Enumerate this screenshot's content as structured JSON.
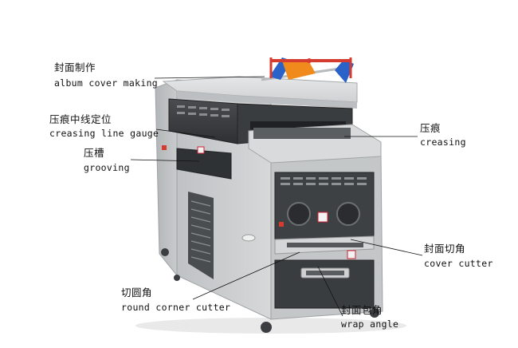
{
  "labels": {
    "album_cover": {
      "zh": "封面制作",
      "en": "album cover making"
    },
    "creasing_gauge": {
      "zh": "压痕中线定位",
      "en": "creasing line gauge"
    },
    "grooving": {
      "zh": "压槽",
      "en": "grooving"
    },
    "creasing": {
      "zh": "压痕",
      "en": "creasing"
    },
    "cover_cutter": {
      "zh": "封面切角",
      "en": "cover cutter"
    },
    "round_corner": {
      "zh": "切圆角",
      "en": "round corner cutter"
    },
    "wrap_angle": {
      "zh": "封面包角",
      "en": "wrap angle"
    }
  },
  "colors": {
    "body": "#c9cbcc",
    "panel": "#3c3f42",
    "accent_red": "#d63b2f",
    "accent_orange": "#f08a1c",
    "accent_blue": "#2a62c8"
  }
}
